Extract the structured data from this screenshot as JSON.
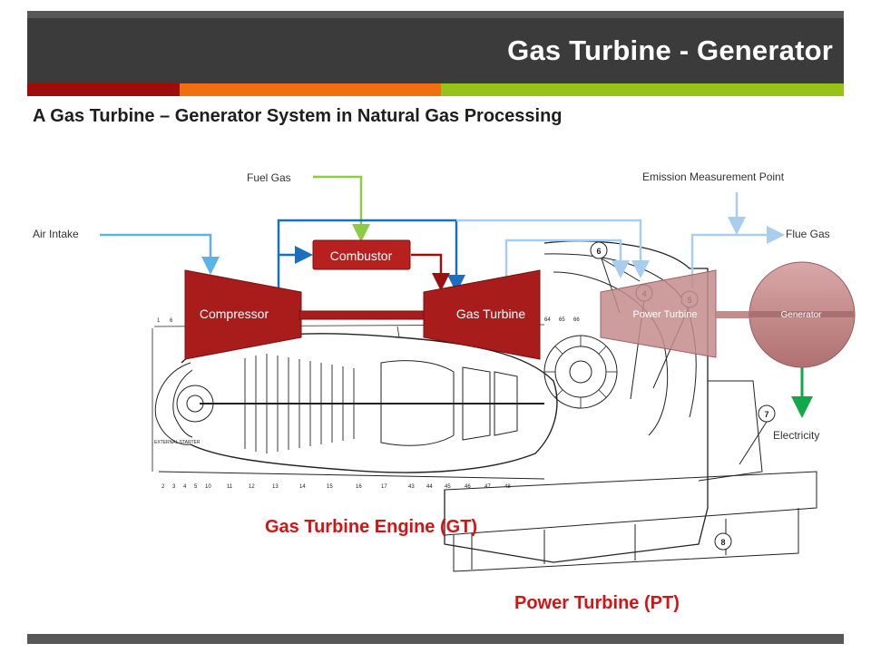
{
  "slide": {
    "title": "Gas Turbine - Generator",
    "subtitle": "A Gas Turbine – Generator System in Natural Gas Processing"
  },
  "colors": {
    "header": "#3b3b3b",
    "stripe_red": "#9e0c0c",
    "stripe_orange": "#f07010",
    "stripe_green": "#98c21a",
    "block_red": "#a81c1c",
    "block_pink": "#c48b8b",
    "air_blue": "#5ab4e8",
    "duct_blue": "#1a6fc0",
    "flue_light_blue": "#a9cdee",
    "fuel_green": "#8ccc44",
    "hot_dark_red": "#9b0f0f",
    "electric_green": "#12a84a",
    "caption_red": "#d41414"
  },
  "diagram": {
    "labels": {
      "fuel_gas": "Fuel Gas",
      "air_intake": "Air Intake",
      "emission_point": "Emission Measurement Point",
      "flue_gas": "Flue Gas",
      "electricity": "Electricity"
    },
    "blocks": {
      "compressor": "Compressor",
      "combustor": "Combustor",
      "gas_turbine": "Gas Turbine",
      "power_turbine": "Power Turbine",
      "generator": "Generator"
    },
    "callouts": [
      "6",
      "4",
      "5",
      "7",
      "8"
    ],
    "captions": {
      "engine": "Gas Turbine Engine (GT)",
      "power_turbine": "Power Turbine (PT)"
    },
    "drawing_labels": {
      "external_starter": "EXTERNAL STARTER"
    }
  }
}
